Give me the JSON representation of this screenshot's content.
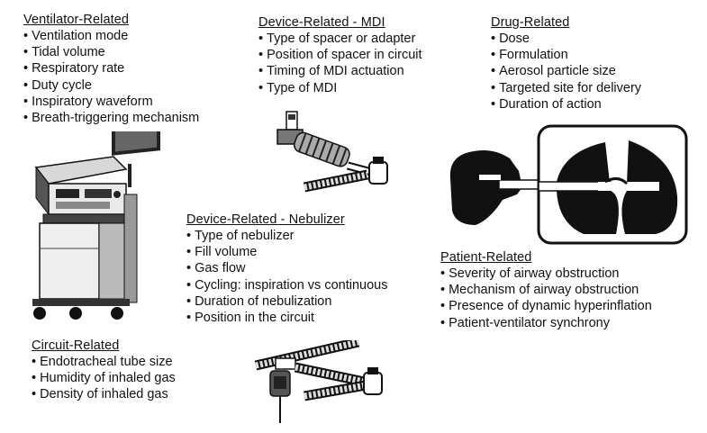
{
  "groups": {
    "ventilator": {
      "title": "Ventilator-Related",
      "items": [
        "Ventilation mode",
        "Tidal volume",
        "Respiratory rate",
        "Duty cycle",
        "Inspiratory waveform",
        "Breath-triggering mechanism"
      ]
    },
    "mdi": {
      "title": "Device-Related - MDI",
      "items": [
        "Type of spacer or adapter",
        "Position of spacer in circuit",
        "Timing of MDI actuation",
        "Type of MDI"
      ]
    },
    "drug": {
      "title": "Drug-Related",
      "items": [
        "Dose",
        "Formulation",
        "Aerosol particle size",
        "Targeted site for delivery",
        "Duration of action"
      ]
    },
    "nebulizer": {
      "title": "Device-Related - Nebulizer",
      "items": [
        "Type of nebulizer",
        "Fill volume",
        "Gas flow",
        "Cycling: inspiration vs continuous",
        "Duration of nebulization",
        "Position in the circuit"
      ]
    },
    "patient": {
      "title": "Patient-Related",
      "items": [
        "Severity of airway obstruction",
        "Mechanism of airway obstruction",
        "Presence of dynamic hyperinflation",
        "Patient-ventilator synchrony"
      ]
    },
    "circuit": {
      "title": "Circuit-Related",
      "items": [
        "Endotracheal tube size",
        "Humidity of inhaled gas",
        "Density of inhaled gas"
      ]
    }
  },
  "illustrations": [
    "ventilator-illustration",
    "mdi-spacer-illustration",
    "nebulizer-illustration",
    "patient-lungs-illustration"
  ]
}
